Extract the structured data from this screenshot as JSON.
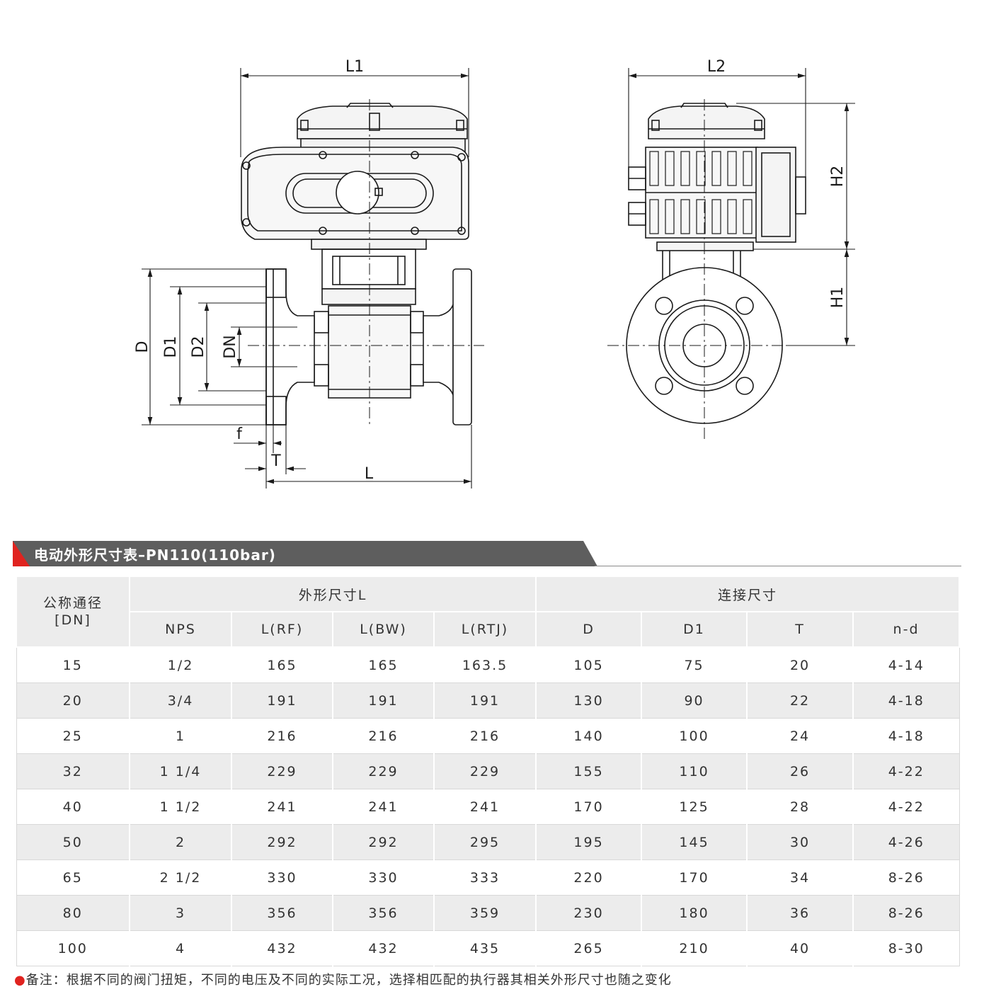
{
  "drawing": {
    "labels": {
      "L1": "L1",
      "L2": "L2",
      "H1": "H1",
      "H2": "H2",
      "D": "D",
      "D1": "D1",
      "D2": "D2",
      "DN": "DN",
      "f": "f",
      "T": "T",
      "L": "L"
    }
  },
  "section": {
    "title": "电动外形尺寸表–PN110(110bar)"
  },
  "table": {
    "header_dn": "公称通径",
    "header_dn_sub": "[DN]",
    "group_length": "外形尺寸L",
    "group_connection": "连接尺寸",
    "columns": [
      "NPS",
      "L(RF)",
      "L(BW)",
      "L(RTJ)",
      "D",
      "D1",
      "T",
      "n-d"
    ],
    "rows": [
      [
        "15",
        "1/2",
        "165",
        "165",
        "163.5",
        "105",
        "75",
        "20",
        "4-14"
      ],
      [
        "20",
        "3/4",
        "191",
        "191",
        "191",
        "130",
        "90",
        "22",
        "4-18"
      ],
      [
        "25",
        "1",
        "216",
        "216",
        "216",
        "140",
        "100",
        "24",
        "4-18"
      ],
      [
        "32",
        "1 1/4",
        "229",
        "229",
        "229",
        "155",
        "110",
        "26",
        "4-22"
      ],
      [
        "40",
        "1 1/2",
        "241",
        "241",
        "241",
        "170",
        "125",
        "28",
        "4-22"
      ],
      [
        "50",
        "2",
        "292",
        "292",
        "295",
        "195",
        "145",
        "30",
        "4-26"
      ],
      [
        "65",
        "2 1/2",
        "330",
        "330",
        "333",
        "220",
        "170",
        "34",
        "8-26"
      ],
      [
        "80",
        "3",
        "356",
        "356",
        "359",
        "230",
        "180",
        "36",
        "8-26"
      ],
      [
        "100",
        "4",
        "432",
        "432",
        "435",
        "265",
        "210",
        "40",
        "8-30"
      ]
    ]
  },
  "note": {
    "bullet": "●",
    "text": "备注：根据不同的阀门扭矩，不同的电压及不同的实际工况，选择相匹配的执行器其相关外形尺寸也随之变化"
  }
}
